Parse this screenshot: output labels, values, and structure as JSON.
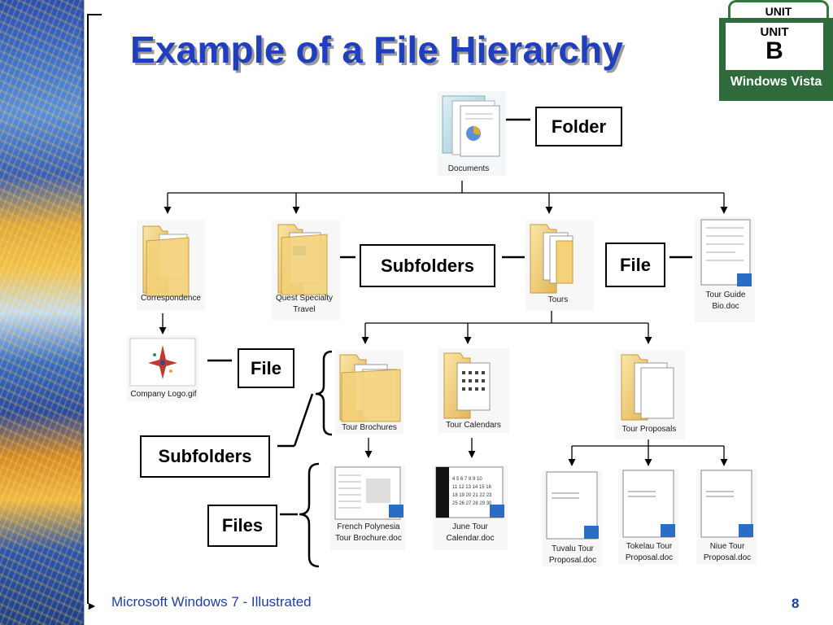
{
  "slide": {
    "title": "Example of a File Hierarchy",
    "footer": "Microsoft Windows 7 - Illustrated",
    "page_number": "8",
    "footer_arrow": "►"
  },
  "badge": {
    "tab_text": "UNIT",
    "unit_text": "UNIT",
    "letter": "B",
    "os_text": "Windows Vista",
    "color": "#2f6b3a"
  },
  "callouts": {
    "folder": "Folder",
    "subfolders_top": "Subfolders",
    "file_top": "File",
    "file_left": "File",
    "subfolders_left": "Subfolders",
    "files_left": "Files"
  },
  "items": {
    "documents": "Documents",
    "correspondence": "Correspondence",
    "quest_line1": "Quest Specialty",
    "quest_line2": "Travel",
    "tours": "Tours",
    "tour_guide_line1": "Tour Guide",
    "tour_guide_line2": "Bio.doc",
    "company_logo": "Company Logo.gif",
    "tour_brochures": "Tour Brochures",
    "tour_calendars": "Tour Calendars",
    "tour_proposals": "Tour Proposals",
    "fp_line1": "French Polynesia",
    "fp_line2": "Tour Brochure.doc",
    "june_line1": "June Tour",
    "june_line2": "Calendar.doc",
    "tuvalu_line1": "Tuvalu Tour",
    "tuvalu_line2": "Proposal.doc",
    "tokelau_line1": "Tokelau Tour",
    "tokelau_line2": "Proposal.doc",
    "niue_line1": "Niue Tour",
    "niue_line2": "Proposal.doc"
  },
  "colors": {
    "title": "#1f3fbf",
    "folder": "#f3d27a",
    "folder_dark": "#d9aa3e",
    "word_badge": "#2b6cc4"
  }
}
